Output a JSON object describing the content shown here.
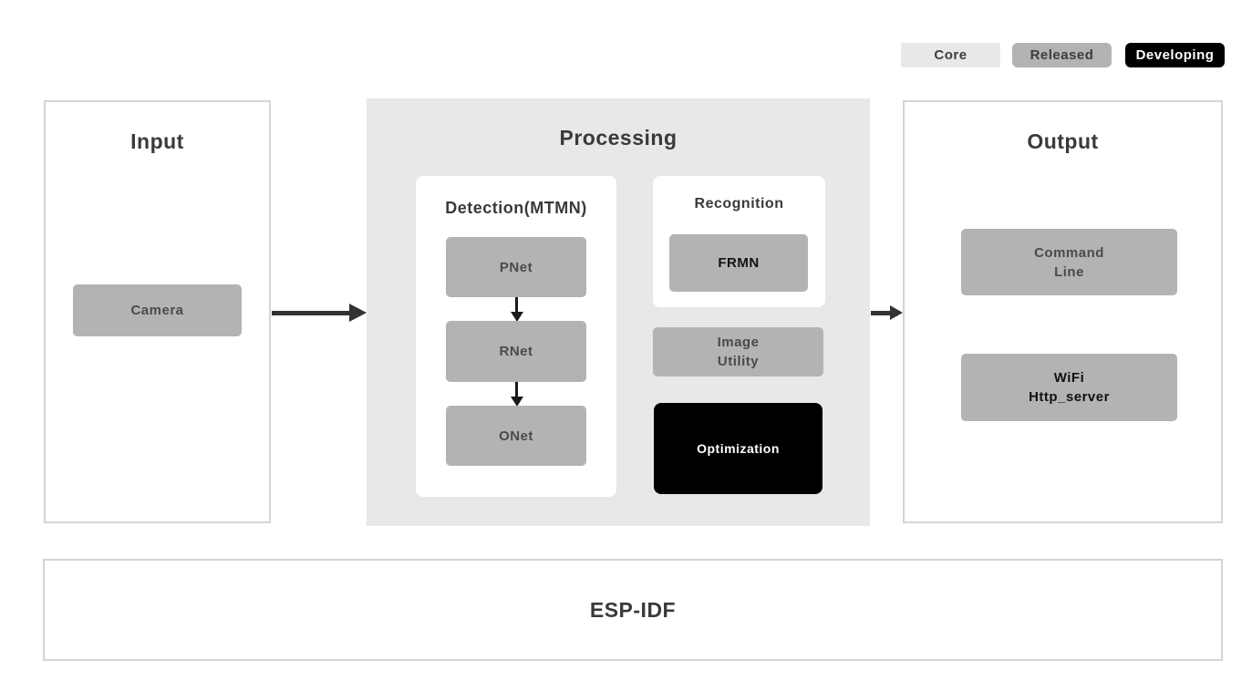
{
  "legend": {
    "core": {
      "label": "Core"
    },
    "released": {
      "label": "Released"
    },
    "developing": {
      "label": "Developing"
    }
  },
  "input": {
    "title": "Input",
    "camera": {
      "label": "Camera",
      "status": "released"
    }
  },
  "processing": {
    "title": "Processing",
    "detection": {
      "title": "Detection(MTMN)",
      "pnet": {
        "label": "PNet",
        "status": "released"
      },
      "rnet": {
        "label": "RNet",
        "status": "released"
      },
      "onet": {
        "label": "ONet",
        "status": "released"
      }
    },
    "recognition": {
      "title": "Recognition",
      "frmn": {
        "label": "FRMN",
        "status": "released"
      }
    },
    "image_utility": {
      "line1": "Image",
      "line2": "Utility",
      "status": "released"
    },
    "optimization": {
      "label": "Optimization",
      "status": "developing"
    }
  },
  "output": {
    "title": "Output",
    "command_line": {
      "line1": "Command",
      "line2": "Line",
      "status": "released"
    },
    "wifi_http_server": {
      "line1": "WiFi",
      "line2": "Http_server",
      "status": "released"
    }
  },
  "foundation": {
    "title": "ESP-IDF"
  },
  "colors": {
    "core_bg": "#e8e8e8",
    "released_bg": "#b3b3b3",
    "developing_bg": "#000000",
    "panel_border": "#d4d4d4",
    "title_text": "#3a3a3a",
    "node_text": "#4a4a4a",
    "node_text_dark": "#111111",
    "arrow": "#333333"
  }
}
